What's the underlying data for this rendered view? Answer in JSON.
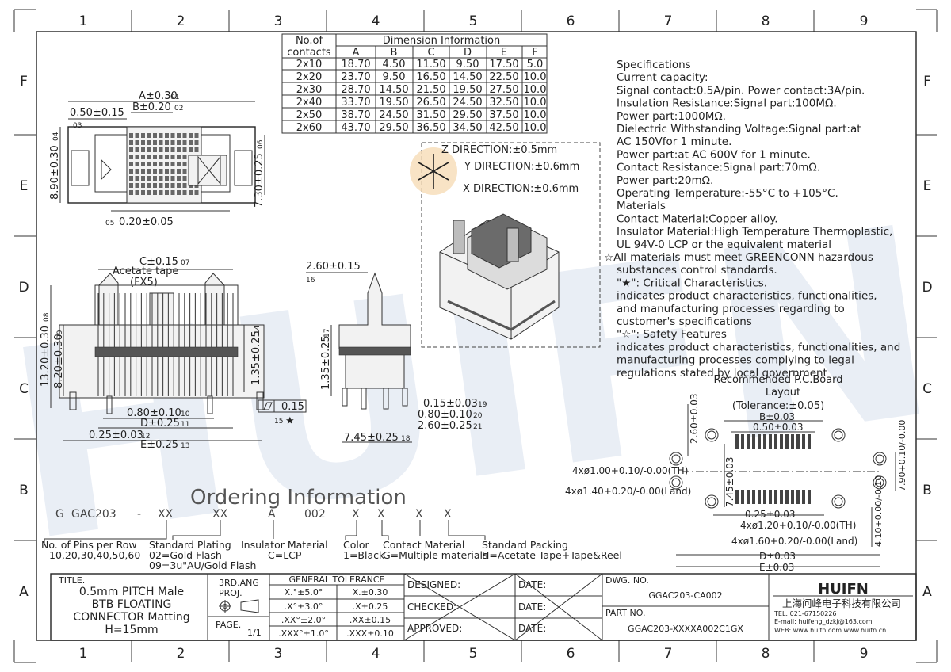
{
  "border": {
    "columns": [
      "1",
      "2",
      "3",
      "4",
      "5",
      "6",
      "7",
      "8",
      "9"
    ],
    "rows": [
      "F",
      "E",
      "D",
      "C",
      "B",
      "A"
    ]
  },
  "watermark": "HUIFN",
  "dimension_table": {
    "headers": [
      "No.of contacts",
      "Dimension Information"
    ],
    "sub_headers": [
      "A",
      "B",
      "C",
      "D",
      "E",
      "F"
    ],
    "rows": [
      [
        "2x10",
        "18.70",
        "4.50",
        "11.50",
        "9.50",
        "17.50",
        "5.0"
      ],
      [
        "2x20",
        "23.70",
        "9.50",
        "16.50",
        "14.50",
        "22.50",
        "10.0"
      ],
      [
        "2x30",
        "28.70",
        "14.50",
        "21.50",
        "19.50",
        "27.50",
        "10.0"
      ],
      [
        "2x40",
        "33.70",
        "19.50",
        "26.50",
        "24.50",
        "32.50",
        "10.0"
      ],
      [
        "2x50",
        "38.70",
        "24.50",
        "31.50",
        "29.50",
        "37.50",
        "10.0"
      ],
      [
        "2x60",
        "43.70",
        "29.50",
        "36.50",
        "34.50",
        "42.50",
        "10.0"
      ]
    ]
  },
  "direction": {
    "z": "Z DIRECTION:±0.5mm",
    "y": "Y DIRECTION:±0.6mm",
    "x": "X DIRECTION:±0.6mm"
  },
  "specifications": [
    "Specifications",
    "Current capacity:",
    "Signal contact:0.5A/pin. Power contact:3A/pin.",
    "Insulation Resistance:Signal part:100MΩ.",
    "Power part:1000MΩ.",
    "Dielectric Withstanding Voltage:Signal part:at",
    "AC 150Vfor 1 minute.",
    "Power part:at AC 600V for 1 minute.",
    "Contact Resistance:Signal part:70mΩ.",
    "Power part:20mΩ.",
    "Operating Temperature:-55°C to +105°C.",
    "Materials",
    "Contact Material:Copper alloy.",
    "Insulator Material:High Temperature Thermoplastic,",
    "UL 94V-0 LCP or the equivalent material",
    "☆All materials must meet GREENCONN hazardous",
    "substances control standards.",
    "\"★\": Critical Characteristics.",
    "indicates product characteristics, functionalities,",
    "and manufacturing processes regarding to",
    "customer's specifications",
    "\"☆\": Safety Features",
    "indicates product characteristics, functionalities, and",
    "manufacturing processes complying to legal",
    "regulations stated by local government"
  ],
  "top_view": {
    "a": "A±0.30",
    "a_tag": "01",
    "b": "B±0.20",
    "b_tag": "02",
    "w050": "0.50±0.15",
    "w050_tag": "03",
    "h890": "8.90±0.30",
    "h890_tag": "04",
    "h730": "7.30±0.25",
    "h730_tag": "06",
    "w020": "0.20±0.05",
    "w020_tag": "05"
  },
  "front_view": {
    "c": "C±0.15",
    "c_tag": "07",
    "acetate": "Acetate tape",
    "fx5": "(FX5)",
    "h1320": "13.20±0.30",
    "h1320_tag": "08",
    "h820": "8.20±0.30",
    "h820_tag": "09",
    "h135": "1.35±0.25",
    "h135_tag": "14",
    "w080": "0.80±0.10",
    "w080_tag": "10",
    "d": "D±0.25",
    "d_tag": "11",
    "w025": "0.25±0.03",
    "w025_tag": "12",
    "e": "E±0.25",
    "e_tag": "13",
    "flat": "0.15",
    "flat_tag": "15",
    "star": "★"
  },
  "side_view": {
    "w260": "2.60±0.15",
    "w260_tag": "16",
    "h135": "1.35±0.25",
    "h135_tag": "17",
    "w015": "0.15±0.03",
    "w015_tag": "19",
    "w080": "0.80±0.10",
    "w080_tag": "20",
    "w260b": "2.60±0.25",
    "w260b_tag": "21",
    "w745": "7.45±0.25",
    "w745_tag": "18"
  },
  "pcb": {
    "title1": "Recommended P.C.Board",
    "title2": "Layout",
    "tol": "(Tolerance:±0.05)",
    "b": "B±0.03",
    "w050": "0.50±0.03",
    "h260": "2.60±0.03",
    "h745": "7.45±0.03",
    "th": "4xø1.00+0.10/-0.00(TH)",
    "land": "4xø1.40+0.20/-0.00(Land)",
    "w025": "0.25±0.03",
    "th2": "4xø1.20+0.10/-0.00(TH)",
    "land2": "4xø1.60+0.20/-0.00(Land)",
    "d": "D±0.03",
    "e": "E±0.03",
    "h790": "7.90+0.10/-0.00",
    "h410": "4.10+0.00/-0.10"
  },
  "ordering": {
    "title": "Ordering Information",
    "code": [
      "G",
      "GAC203",
      "-",
      "XX",
      "XX",
      "A",
      "002",
      "X",
      "X",
      "X",
      "X"
    ],
    "pins": [
      "No. of Pins per Row",
      "10,20,30,40,50,60"
    ],
    "plating": [
      "Standard Plating",
      "02=Gold Flash",
      "09=3u\"AU/Gold Flash"
    ],
    "insulator": [
      "Insulator Material",
      "C=LCP"
    ],
    "color": [
      "Color",
      "1=Black"
    ],
    "contact": [
      "Contact Material",
      "G=Multiple materials"
    ],
    "packing": [
      "Standard Packing",
      "H=Acetate Tape+Tape&Reel"
    ]
  },
  "title_block": {
    "title_label": "TITLE.",
    "title": [
      "0.5mm PITCH Male",
      "BTB FLOATING",
      "CONNECTOR Matting",
      "H=15mm"
    ],
    "proj": [
      "3RD.ANG",
      "PROJ."
    ],
    "page_label": "PAGE.",
    "page": "1/1",
    "tol_header": "GENERAL TOLERANCE",
    "tol": [
      [
        "X.°±5.0°",
        "X.±0.30"
      ],
      [
        ".X°±3.0°",
        ".X±0.25"
      ],
      [
        ".XX°±2.0°",
        ".XX±0.15"
      ],
      [
        ".XXX°±1.0°",
        ".XXX±0.10"
      ]
    ],
    "designed": "DESIGNED:",
    "checked": "CHECKED:",
    "approved": "APPROVED:",
    "date": "DATE:",
    "dwg_label": "DWG. NO.",
    "dwg": "GGAC203-CA002",
    "part_label": "PART NO.",
    "part": "GGAC203-XXXXA002C1GX",
    "logo": "HUIFN",
    "company": "上海问峰电子科技有限公司",
    "tel": "TEL: 021-67150226",
    "email": "E-mail: huifeng_dzkj@163.com",
    "web": "WEB: www.huifn.com  www.huifn.cn"
  }
}
